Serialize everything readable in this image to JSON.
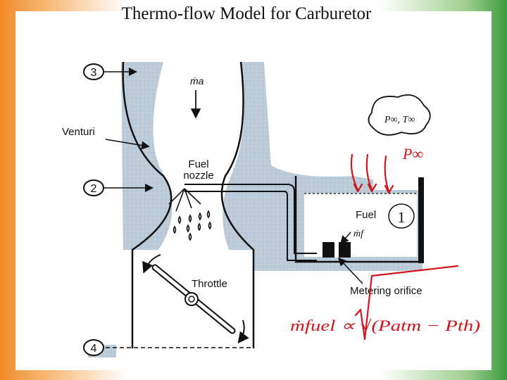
{
  "title": "Thermo-flow Model for Carburetor",
  "diagram": {
    "station_3": "3",
    "station_2": "2",
    "station_4": "4",
    "station_1": "1",
    "venturi_label": "Venturi",
    "fuel_nozzle_line1": "Fuel",
    "fuel_nozzle_line2": "nozzle",
    "fuel_label": "Fuel",
    "throttle_label": "Throttle",
    "metering_orifice_label": "Metering orifice",
    "air_flow_label": "ṁa",
    "fuel_flow_label": "ṁf",
    "ambient_label": "P∞, T∞"
  },
  "annotations": {
    "p_inf": "P∞",
    "mass_flow_relation": "ṁfuel ∝ √(Patm − Pth)"
  },
  "colors": {
    "air_fill": "#b9c8d6",
    "annotation_red": "#d4141c",
    "border_orange": "#f28a2a",
    "border_green": "#3e9a3e"
  }
}
